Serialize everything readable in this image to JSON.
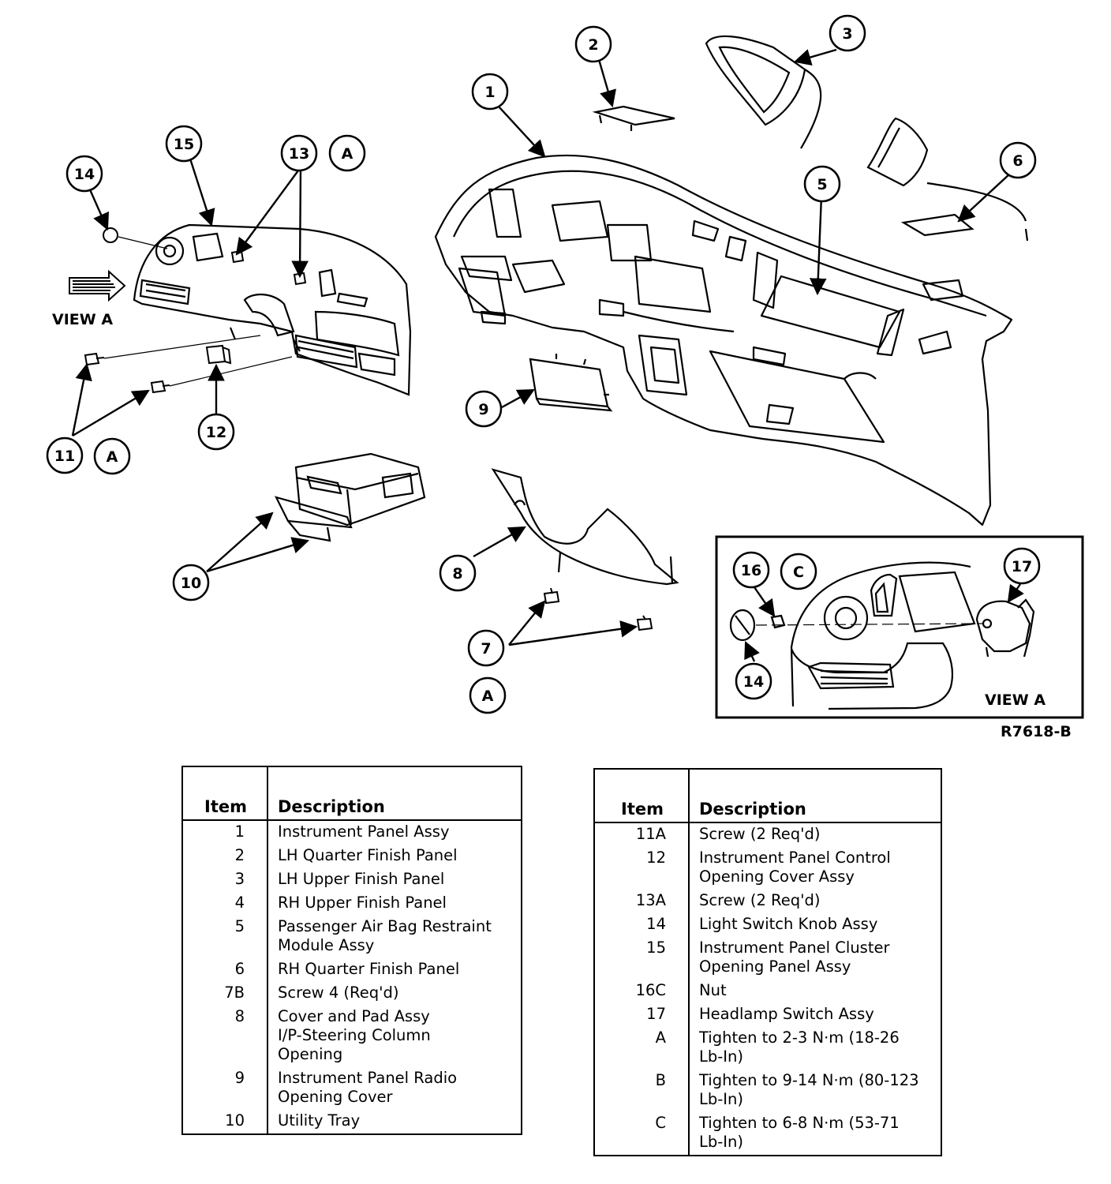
{
  "figure_id": "R7618-B",
  "view_label": "VIEW A",
  "callouts": {
    "c1": "1",
    "c2": "2",
    "c3": "3",
    "c5": "5",
    "c6": "6",
    "c7": "7",
    "c7a": "A",
    "c8": "8",
    "c9": "9",
    "c10": "10",
    "c11": "11",
    "c11a": "A",
    "c12": "12",
    "c13": "13",
    "c13a": "A",
    "c14": "14",
    "c15": "15",
    "inset_c14": "14",
    "inset_c16": "16",
    "inset_c16c": "C",
    "inset_c17": "17"
  },
  "tables": {
    "headers": {
      "item": "Item",
      "description": "Description"
    },
    "left": [
      {
        "item": "1",
        "description": "Instrument Panel Assy"
      },
      {
        "item": "2",
        "description": "LH Quarter Finish Panel"
      },
      {
        "item": "3",
        "description": "LH Upper Finish Panel"
      },
      {
        "item": "4",
        "description": "RH Upper Finish Panel"
      },
      {
        "item": "5",
        "description": "Passenger Air Bag Restraint\nModule Assy"
      },
      {
        "item": "6",
        "description": "RH Quarter Finish Panel"
      },
      {
        "item": "7B",
        "description": "Screw 4 (Req'd)"
      },
      {
        "item": "8",
        "description": "Cover and Pad Assy\nI/P-Steering Column\nOpening"
      },
      {
        "item": "9",
        "description": "Instrument Panel Radio\nOpening Cover"
      },
      {
        "item": "10",
        "description": "Utility Tray"
      }
    ],
    "right": [
      {
        "item": "11A",
        "description": "Screw (2 Req'd)"
      },
      {
        "item": "12",
        "description": "Instrument Panel Control\nOpening Cover Assy"
      },
      {
        "item": "13A",
        "description": "Screw (2 Req'd)"
      },
      {
        "item": "14",
        "description": "Light Switch Knob Assy"
      },
      {
        "item": "15",
        "description": "Instrument Panel Cluster\nOpening Panel Assy"
      },
      {
        "item": "16C",
        "description": "Nut"
      },
      {
        "item": "17",
        "description": "Headlamp Switch Assy"
      },
      {
        "item": "A",
        "description": "Tighten to 2-3 N·m (18-26\nLb-In)"
      },
      {
        "item": "B",
        "description": "Tighten to 9-14 N·m (80-123\nLb-In)"
      },
      {
        "item": "C",
        "description": "Tighten to 6-8 N·m (53-71\nLb-In)"
      }
    ]
  }
}
